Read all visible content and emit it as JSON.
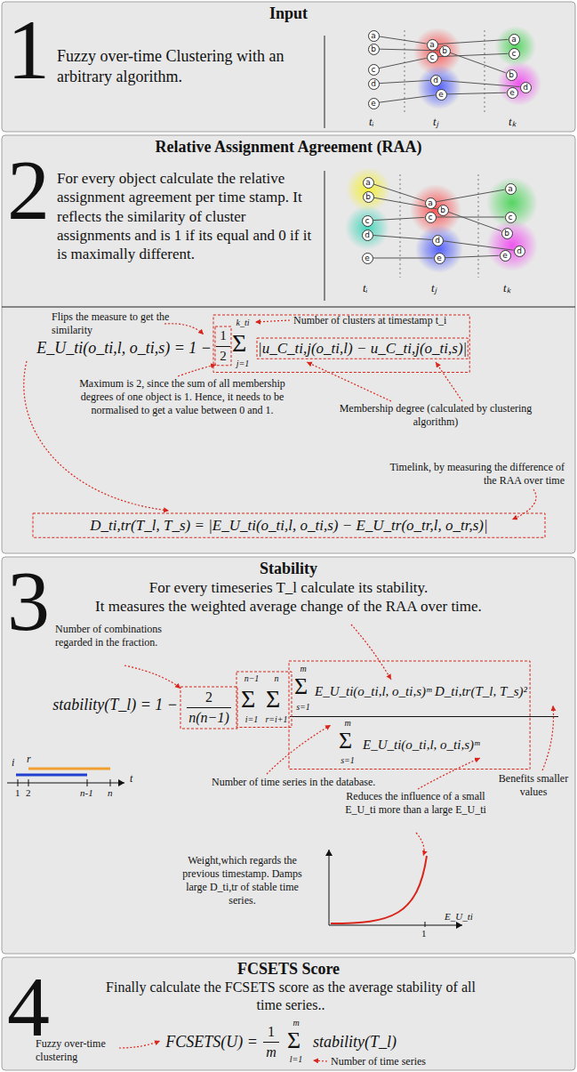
{
  "diagram": {
    "nodes": [
      {
        "text": [
          "1",
          "Input",
          "Fuzzy over-time Clustering with an arbitrary algorithm."
        ]
      },
      {
        "text": [
          "a"
        ],
        "in": 0
      },
      {
        "text": [
          "b"
        ],
        "in": 0
      },
      {
        "text": [
          "c"
        ],
        "in": 0
      },
      {
        "text": [
          "d"
        ],
        "in": 0
      },
      {
        "text": [
          "e"
        ],
        "in": 0
      },
      {
        "text": [
          "a"
        ],
        "in": 0
      },
      {
        "text": [
          "b"
        ],
        "in": 0
      },
      {
        "text": [
          "c"
        ],
        "in": 0
      },
      {
        "text": [
          "d"
        ],
        "in": 0
      },
      {
        "text": [
          "e"
        ],
        "in": 0
      },
      {
        "text": [
          "a"
        ],
        "in": 0
      },
      {
        "text": [
          "b"
        ],
        "in": 0
      },
      {
        "text": [
          "c"
        ],
        "in": 0
      },
      {
        "text": [
          "d"
        ],
        "in": 0
      },
      {
        "text": [
          "e"
        ],
        "in": 0
      },
      {
        "text": [
          "2",
          "Relative Assignment Agreement (RAA)",
          "For every object calculate the relative assignment agreement per time stamp. It reflects the similarity of cluster assignments and is 1 if its equal and 0 if it is maximally different."
        ]
      },
      {
        "text": [
          "a"
        ],
        "in": 16
      },
      {
        "text": [
          "b"
        ],
        "in": 16
      },
      {
        "text": [
          "c"
        ],
        "in": 16
      },
      {
        "text": [
          "d"
        ],
        "in": 16
      },
      {
        "text": [
          "e"
        ],
        "in": 16
      },
      {
        "text": [
          "a"
        ],
        "in": 16
      },
      {
        "text": [
          "b"
        ],
        "in": 16
      },
      {
        "text": [
          "c"
        ],
        "in": 16
      },
      {
        "text": [
          "d"
        ],
        "in": 16
      },
      {
        "text": [
          "e"
        ],
        "in": 16
      },
      {
        "text": [
          "a"
        ],
        "in": 16
      },
      {
        "text": [
          "b"
        ],
        "in": 16
      },
      {
        "text": [
          "c"
        ],
        "in": 16
      },
      {
        "text": [
          "d"
        ],
        "in": 16
      },
      {
        "text": [
          "e"
        ],
        "in": 16
      },
      {
        "text": [
          "3",
          "Stability",
          "For every timeseries T_l calculate its stability.",
          "It measures the weighted average change of the RAA over time."
        ]
      },
      {
        "text": [
          "4",
          "FCSETS Score",
          "Finally calculate the FCSETS score as the average stability of all time series.."
        ]
      }
    ],
    "edges": [
      {
        "from": 1,
        "to": 6,
        "arrow": "none"
      },
      {
        "from": 2,
        "to": 7,
        "arrow": "none"
      },
      {
        "from": 3,
        "to": 8,
        "arrow": "none"
      },
      {
        "from": 4,
        "to": 9,
        "arrow": "none"
      },
      {
        "from": 5,
        "to": 10,
        "arrow": "none"
      },
      {
        "from": 6,
        "to": 11,
        "arrow": "none"
      },
      {
        "from": 7,
        "to": 12,
        "arrow": "none"
      },
      {
        "from": 8,
        "to": 13,
        "arrow": "none"
      },
      {
        "from": 9,
        "to": 14,
        "arrow": "none"
      },
      {
        "from": 10,
        "to": 15,
        "arrow": "none"
      },
      {
        "from": 17,
        "to": 22,
        "arrow": "none"
      },
      {
        "from": 18,
        "to": 23,
        "arrow": "none"
      },
      {
        "from": 19,
        "to": 24,
        "arrow": "none"
      },
      {
        "from": 20,
        "to": 25,
        "arrow": "none"
      },
      {
        "from": 21,
        "to": 26,
        "arrow": "none"
      },
      {
        "from": 22,
        "to": 27,
        "arrow": "none"
      },
      {
        "from": 23,
        "to": 28,
        "arrow": "none"
      },
      {
        "from": 24,
        "to": 29,
        "arrow": "none"
      },
      {
        "from": 25,
        "to": 30,
        "arrow": "none"
      },
      {
        "from": 26,
        "to": 31,
        "arrow": "none"
      }
    ],
    "labels": [
      "tᵢ",
      "tⱼ",
      "tₖ",
      "tᵢ",
      "tⱼ",
      "tₖ",
      "Flips the measure to get the similarity",
      "Number of clusters at timestamp t_i",
      "E_U_ti(o_ti,l, o_ti,s) = 1 −",
      "1",
      "2",
      "k_ti",
      "Σ",
      "j=1",
      "|u_C_ti,j(o_ti,l) − u_C_ti,j(o_ti,s)|",
      "Maximum is 2, since the sum of all membership degrees of one object is 1. Hence, it needs to be normalised to get a value between 0 and 1.",
      "Membership degree (calculated by clustering algorithm)",
      "Timelink, by measuring the difference of the RAA over time",
      "D_ti,tr(T_l, T_s) = |E_U_ti(o_ti,l, o_ti,s) − E_U_tr(o_tr,l, o_tr,s)|",
      "Number of combinations regarded in the fraction.",
      "stability(T_l) = 1 −",
      "2",
      "n(n−1)",
      "n−1",
      "Σ",
      "i=1",
      "n",
      "Σ",
      "r=i+1",
      "m",
      "Σ",
      "s=1",
      "E_U_ti(o_ti,l, o_ti,s)ᵐ D_ti,tr(T_l, T_s)²",
      "m",
      "Σ",
      "s=1",
      "E_U_ti(o_ti,l, o_ti,s)ᵐ",
      "i",
      "r",
      "1",
      "2",
      "n-1",
      "n",
      "t",
      "Number of time series in the database.",
      "Reduces the influence of a small E_U_ti more than a large E_U_ti",
      "Benefits smaller values",
      "Weight,which regards the previous timestamp. Damps large D_ti,tr of stable time series.",
      "1",
      "E_U_ti",
      "FCSETS(U) =",
      "1",
      "m",
      "m",
      "Σ",
      "l=1",
      "stability(T_l)",
      "Fuzzy over-time clustering",
      "Number of time series"
    ]
  }
}
